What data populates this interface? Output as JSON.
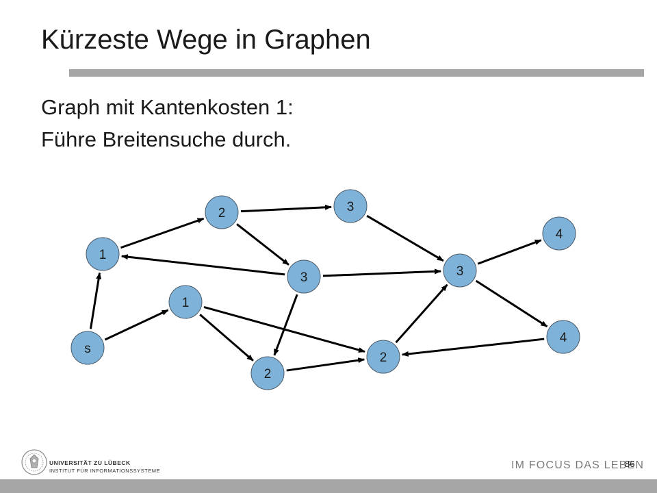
{
  "slide": {
    "title": "Kürzeste Wege in Graphen",
    "lines": [
      "Graph mit Kantenkosten 1:",
      "Führe Breitensuche durch."
    ]
  },
  "graph": {
    "node_fill": "#7fb2d9",
    "node_stroke": "#4a5a6a",
    "edge_color": "#000000",
    "nodes": [
      {
        "id": "s",
        "label": "s"
      },
      {
        "id": "a",
        "label": "1"
      },
      {
        "id": "b",
        "label": "1"
      },
      {
        "id": "c",
        "label": "2"
      },
      {
        "id": "d",
        "label": "3"
      },
      {
        "id": "e",
        "label": "3"
      },
      {
        "id": "f",
        "label": "2"
      },
      {
        "id": "g",
        "label": "2"
      },
      {
        "id": "h",
        "label": "3"
      },
      {
        "id": "i",
        "label": "4"
      },
      {
        "id": "j",
        "label": "4"
      }
    ],
    "edges": [
      {
        "from": "s",
        "to": "a"
      },
      {
        "from": "s",
        "to": "b"
      },
      {
        "from": "a",
        "to": "c"
      },
      {
        "from": "c",
        "to": "d"
      },
      {
        "from": "c",
        "to": "e"
      },
      {
        "from": "e",
        "to": "a"
      },
      {
        "from": "e",
        "to": "f"
      },
      {
        "from": "e",
        "to": "h"
      },
      {
        "from": "b",
        "to": "f"
      },
      {
        "from": "b",
        "to": "g"
      },
      {
        "from": "f",
        "to": "g"
      },
      {
        "from": "g",
        "to": "h"
      },
      {
        "from": "d",
        "to": "h"
      },
      {
        "from": "h",
        "to": "i"
      },
      {
        "from": "h",
        "to": "j"
      },
      {
        "from": "j",
        "to": "g"
      }
    ]
  },
  "footer": {
    "university": "UNIVERSITÄT ZU LÜBECK",
    "institute": "INSTITUT FÜR INFORMATIONSSYSTEME",
    "slogan": "IM FOCUS DAS LEBEN",
    "page_number": "86",
    "bar_color": "#a6a6a6"
  }
}
